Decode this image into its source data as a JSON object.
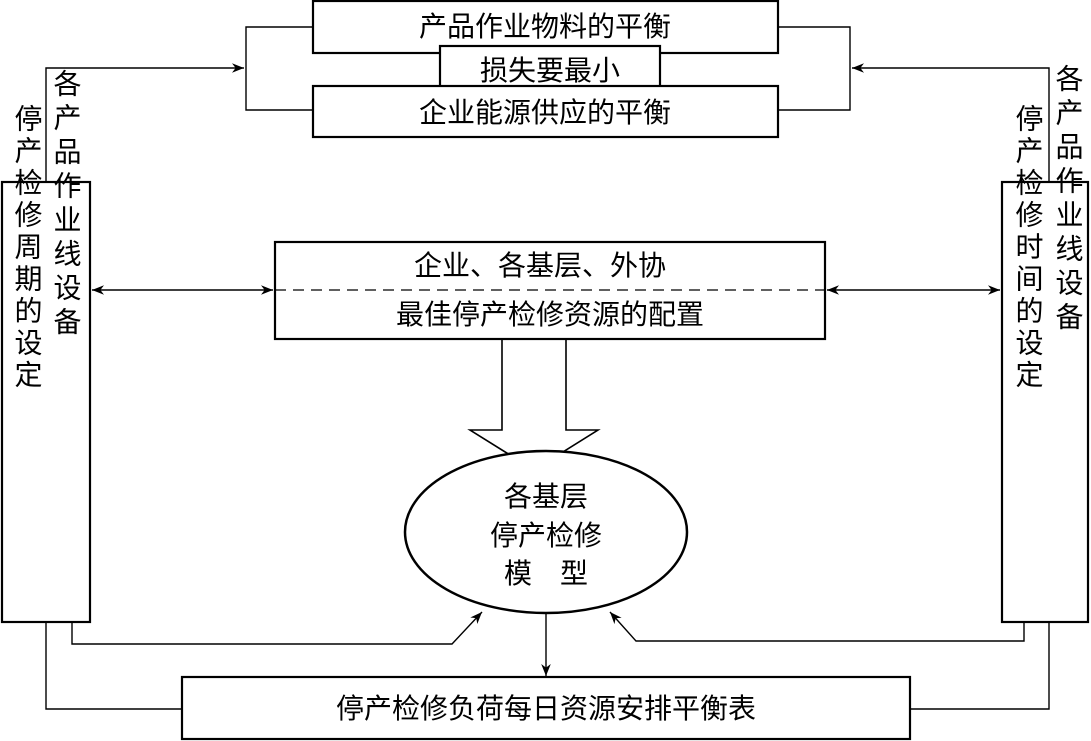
{
  "top_boxes": {
    "product_balance": "产品作业物料的平衡",
    "min_loss": "损失要最小",
    "energy_balance": "企业能源供应的平衡"
  },
  "center_box": {
    "line1": "企业、各基层、外协",
    "line2": "最佳停产检修资源的配置"
  },
  "model_ellipse": {
    "line1": "各基层",
    "line2": "停产检修",
    "line3": "模　型"
  },
  "left_box": {
    "col1": "各产品作业线设备",
    "col2": "停产检修周期的设定"
  },
  "right_box": {
    "col1": "各产品作业线设备",
    "col2": "停产检修时间的设定"
  },
  "bottom_box": {
    "label": "停产检修负荷每日资源安排平衡表"
  }
}
